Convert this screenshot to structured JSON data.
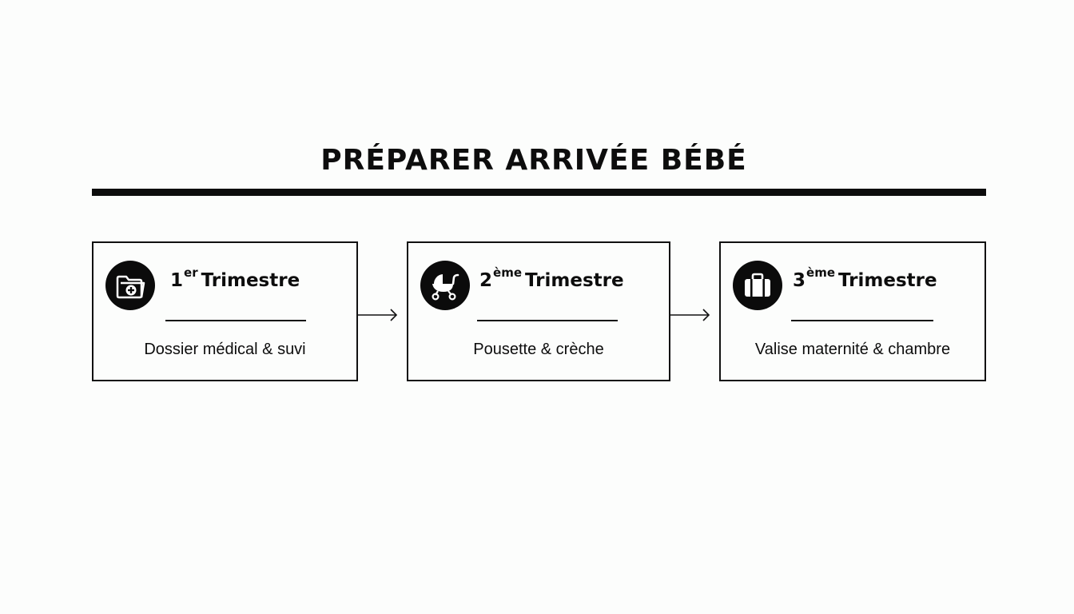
{
  "title": "PRÉPARER ARRIVÉE BÉBÉ",
  "steps": [
    {
      "number": "1",
      "ordinal_suffix": "er",
      "label": "Trimestre",
      "description": "Dossier médical & suvi",
      "icon": "medical-folder-icon"
    },
    {
      "number": "2",
      "ordinal_suffix": "ème",
      "label": "Trimestre",
      "description": "Pousette & crèche",
      "icon": "stroller-icon"
    },
    {
      "number": "3",
      "ordinal_suffix": "ème",
      "label": "Trimestre",
      "description": "Valise maternité & chambre",
      "icon": "suitcase-icon"
    }
  ],
  "colors": {
    "background": "#fcfdfc",
    "ink": "#0d0d0d"
  }
}
